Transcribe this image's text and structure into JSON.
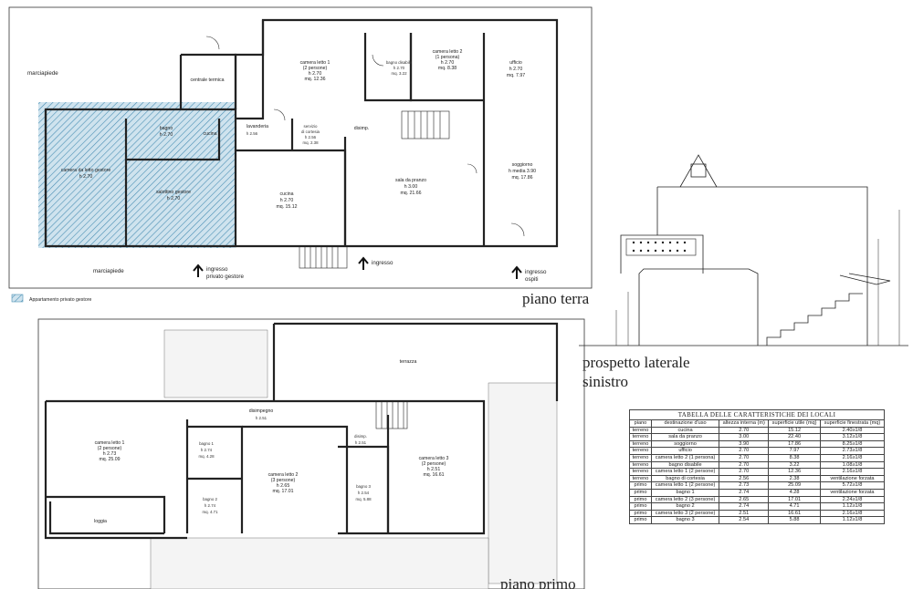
{
  "titles": {
    "ground_floor": "piano terra",
    "first_floor": "piano primo",
    "elevation_line1": "prospetto laterale",
    "elevation_line2": "sinistro"
  },
  "legend": {
    "label": "Appartamento privato gestore"
  },
  "ground_floor": {
    "street_top": "marciapiede",
    "street_bottom": "marciapiede",
    "entrances": {
      "private_line1": "ingresso",
      "private_line2": "privato gestore",
      "main": "ingresso",
      "guests_line1": "ingresso",
      "guests_line2": "ospiti"
    },
    "rooms": {
      "centrale_termica": "centrale termica",
      "lavanderia": "lavanderia",
      "lavanderia_h": "h 2.56",
      "servizio_l1": "servizio",
      "servizio_l2": "di cortesia",
      "servizio_h": "h 2.56",
      "servizio_mq": "mq. 2.38",
      "disimp": "disimp.",
      "camera1_l1": "camera letto 1",
      "camera1_l2": "(2 persone)",
      "camera1_h": "h 2.70",
      "camera1_mq": "mq. 12.36",
      "bagno_dis": "bagno disabile",
      "bagno_dis_h": "h 2.70",
      "bagno_dis_mq": "mq. 3.22",
      "camera2_l1": "camera letto 2",
      "camera2_l2": "(1 persona)",
      "camera2_h": "h 2.70",
      "camera2_mq": "mq. 8.38",
      "ufficio": "ufficio",
      "ufficio_h": "h 2.70",
      "ufficio_mq": "mq. 7.97",
      "cucina": "cucina",
      "cucina_h": "h 2.70",
      "cucina_mq": "mq. 15.12",
      "sala": "sala da pranzo",
      "sala_h": "h 3.00",
      "sala_mq": "mq. 21.66",
      "soggiorno": "soggiorno",
      "soggiorno_h": "h media 3.90",
      "soggiorno_mq": "mq. 17.86",
      "camera_gestore": "camera da letto gestore",
      "camera_gestore_h": "h 2.70",
      "salotto_gestore": "salottino gestore",
      "salotto_gestore_h": "h 2.70",
      "bagno_gestore": "bagno",
      "bagno_gestore_h": "h 2.70",
      "cucina_gestore": "cucina"
    }
  },
  "first_floor": {
    "rooms": {
      "terrazza": "terrazza",
      "disimpegno": "disimpegno",
      "disimpegno_h": "h 2.51",
      "cam1_l1": "camera letto 1",
      "cam1_l2": "(2 persone)",
      "cam1_h": "h 2.73",
      "cam1_mq": "mq. 25.09",
      "bagno1": "bagno 1",
      "bagno1_h": "h 2.74",
      "bagno1_mq": "mq. 4.28",
      "bagno2": "bagno 2",
      "bagno2_h": "h 2.74",
      "bagno2_mq": "mq. 4.71",
      "cam2_l1": "camera letto 2",
      "cam2_l2": "(3 persone)",
      "cam2_h": "h 2.65",
      "cam2_mq": "mq. 17.01",
      "disimp2": "disimp.",
      "disimp2_h": "h 2.51",
      "bagno3": "bagno 3",
      "bagno3_h": "h 2.54",
      "bagno3_mq": "mq. 5.88",
      "cam3_l1": "camera letto 3",
      "cam3_l2": "(2 persone)",
      "cam3_h": "h 2.51",
      "cam3_mq": "mq. 16.61",
      "loggia": "loggia"
    }
  },
  "table": {
    "title": "TABELLA DELLE CARATTERISTICHE DEI LOCALI",
    "headers": [
      "piano",
      "destinazione d'uso",
      "altezza interna (m)",
      "superficie utile (mq)",
      "superficie finestrata (mq)"
    ],
    "rows": [
      [
        "terreno",
        "cucina",
        "2.70",
        "15.12",
        "2.40≥1/8"
      ],
      [
        "terreno",
        "sala da pranzo",
        "3.00",
        "22.40",
        "3.12≥1/8"
      ],
      [
        "terreno",
        "soggiorno",
        "3.90",
        "17.86",
        "8.25≥1/8"
      ],
      [
        "terreno",
        "ufficio",
        "2.70",
        "7.97",
        "2.73≥1/8"
      ],
      [
        "terreno",
        "camera letto 2 (1 persona)",
        "2.70",
        "8.38",
        "2.16≥1/8"
      ],
      [
        "terreno",
        "bagno disabile",
        "2.70",
        "3.22",
        "1.08≥1/8"
      ],
      [
        "terreno",
        "camera letto 1 (2 persone)",
        "2.70",
        "12.36",
        "2.16≥1/8"
      ],
      [
        "terreno",
        "bagno di cortesia",
        "2.56",
        "2.38",
        "ventilazione forzata"
      ],
      [
        "primo",
        "camera letto 1 (2 persone)",
        "2.73",
        "25.09",
        "5.72≥1/8"
      ],
      [
        "primo",
        "bagno 1",
        "2.74",
        "4.28",
        "ventilazione forzata"
      ],
      [
        "primo",
        "camera letto 2 (3 persone)",
        "2.65",
        "17.01",
        "2.24≥1/8"
      ],
      [
        "primo",
        "bagno 2",
        "2.74",
        "4.71",
        "1.12≥1/8"
      ],
      [
        "primo",
        "camera letto 3 (2 persone)",
        "2.51",
        "16.61",
        "2.16≥1/8"
      ],
      [
        "primo",
        "bagno 3",
        "2.54",
        "5.88",
        "1.12≥1/8"
      ]
    ]
  }
}
